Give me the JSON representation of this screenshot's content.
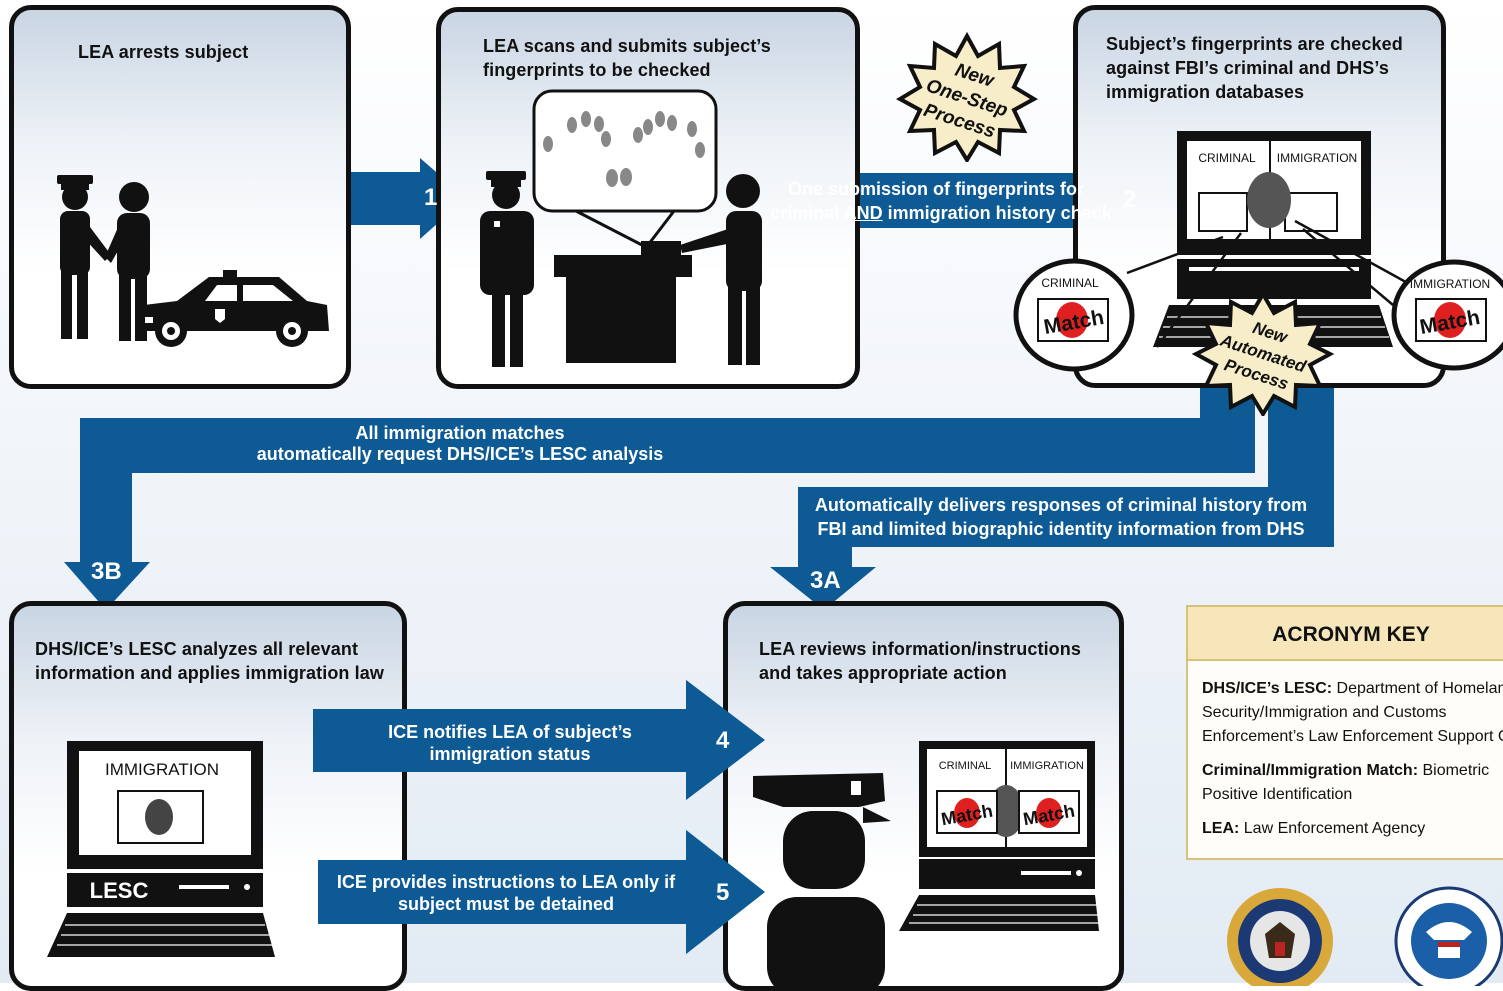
{
  "step1": {
    "title": "LEA arrests subject"
  },
  "step_scan": {
    "title_line1": "LEA scans and submits subject’s",
    "title_line2": "fingerprints to be checked"
  },
  "step2": {
    "title_line1": "Subject’s fingerprints are checked",
    "title_line2": "against FBI’s criminal and DHS’s",
    "title_line3": "immigration databases",
    "screen_left": "CRIMINAL",
    "screen_right": "IMMIGRATION",
    "bubble_left_label": "CRIMINAL",
    "bubble_right_label": "IMMIGRATION",
    "match": "Match"
  },
  "badge_onestep": {
    "line1": "New",
    "line2": "One-Step",
    "line3": "Process"
  },
  "badge_automated": {
    "line1": "New",
    "line2": "Automated",
    "line3": "Process"
  },
  "arrow1": {
    "num": "1"
  },
  "arrow2": {
    "num": "2",
    "line1": "One submission of fingerprints for",
    "line2_pre": "criminal ",
    "line2_and": "AND",
    "line2_post": " immigration history check"
  },
  "arrow3b": {
    "num": "3B",
    "line1": "All immigration matches",
    "line2": "automatically request DHS/ICE’s LESC analysis"
  },
  "arrow3a": {
    "num": "3A",
    "line1": "Automatically delivers responses of criminal history from",
    "line2": "FBI and limited biographic identity information from DHS"
  },
  "step3b": {
    "title_line1": "DHS/ICE’s LESC analyzes all relevant",
    "title_line2": "information and applies immigration law",
    "screen_label": "IMMIGRATION",
    "computer_label": "LESC"
  },
  "step3a": {
    "title_line1": "LEA reviews information/instructions",
    "title_line2": "and takes appropriate action",
    "screen_left": "CRIMINAL",
    "screen_right": "IMMIGRATION",
    "match": "Match"
  },
  "arrow4": {
    "num": "4",
    "line1": "ICE notifies LEA of subject’s",
    "line2": "immigration status"
  },
  "arrow5": {
    "num": "5",
    "line1": "ICE provides instructions to LEA only if",
    "line2": "subject must be detained"
  },
  "acronym_key": {
    "title": "ACRONYM KEY",
    "item1_term": "DHS/ICE’s LESC:",
    "item1_def_a": " Department of Homeland",
    "item1_def_b": "Security/Immigration and Customs",
    "item1_def_c": "Enforcement’s Law Enforcement Support Center",
    "item2_term": "Criminal/Immigration Match:",
    "item2_def_a": " Biometric",
    "item2_def_b": "Positive Identification",
    "item3_term": "LEA:",
    "item3_def": " Law Enforcement Agency"
  },
  "colors": {
    "arrow": "#0d5a94",
    "badge_fill": "#f7edc9",
    "match_red": "#e02020",
    "key_header": "#f6e6ba"
  }
}
